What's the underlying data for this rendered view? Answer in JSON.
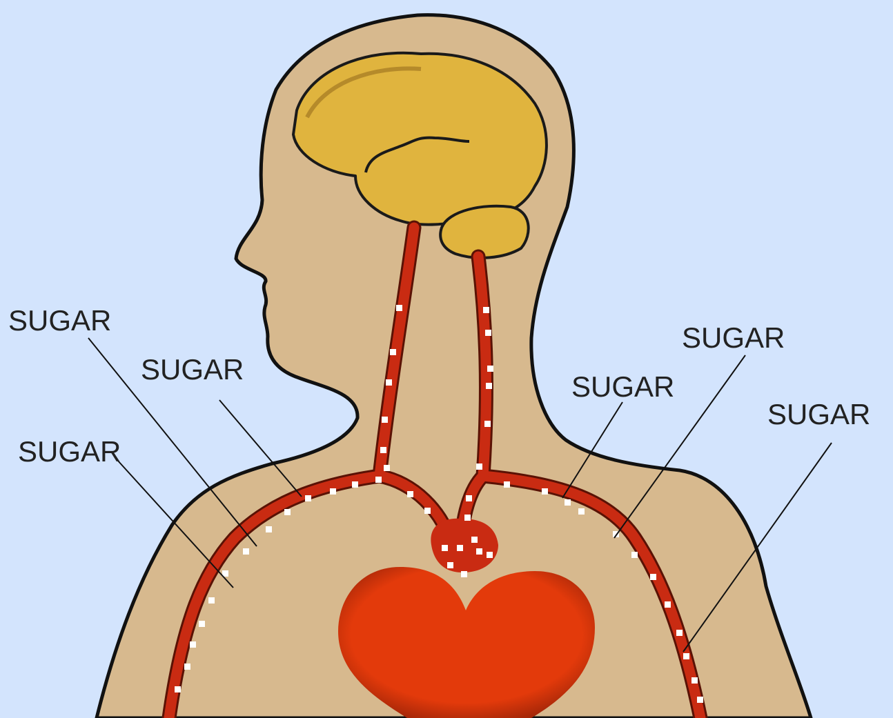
{
  "labels": [
    "SUGAR",
    "SUGAR",
    "SUGAR",
    "SUGAR",
    "SUGAR",
    "SUGAR"
  ],
  "colors": {
    "background": "#d3e4fd",
    "skin": "#d7b98e",
    "brain": "#e0b43e",
    "brain_edge": "#b58a2a",
    "blood": "#c92b12",
    "heart": "#e33a0b",
    "sugar": "#ffffff"
  }
}
